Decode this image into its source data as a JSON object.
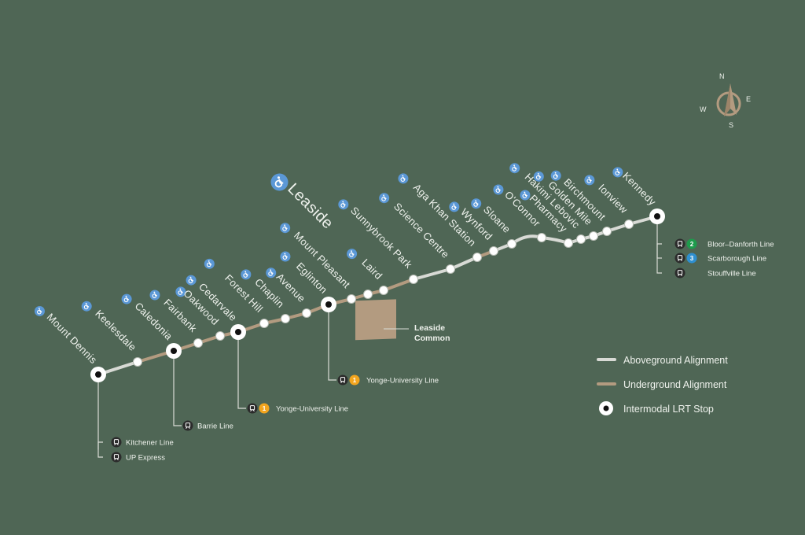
{
  "colors": {
    "background": "#4f6655",
    "aboveground": "#d8dad5",
    "underground": "#b39b80",
    "stop_fill": "#ffffff",
    "accessibility_icon": "#5b98d6",
    "line_1": "#f3a51e",
    "line_2": "#1e9b4c",
    "line_3": "#2e8fd0",
    "train_icon": "#2b2b2b",
    "connector": "#d9dcd6",
    "common_area": "#b39b80"
  },
  "stations": [
    {
      "name": "Mount Dennis",
      "type": "intermodal"
    },
    {
      "name": "Keelesdale",
      "type": "regular"
    },
    {
      "name": "Caledonia",
      "type": "intermodal"
    },
    {
      "name": "Fairbank",
      "type": "regular"
    },
    {
      "name": "Oakwood",
      "type": "regular"
    },
    {
      "name": "Cedarvale",
      "type": "intermodal"
    },
    {
      "name": "Forest Hill",
      "type": "regular"
    },
    {
      "name": "Chaplin",
      "type": "regular"
    },
    {
      "name": "Avenue",
      "type": "regular"
    },
    {
      "name": "Eglinton",
      "type": "intermodal"
    },
    {
      "name": "Mount Pleasant",
      "type": "regular"
    },
    {
      "name": "Leaside",
      "type": "regular",
      "highlighted": true
    },
    {
      "name": "Laird",
      "type": "regular"
    },
    {
      "name": "Sunnybrook Park",
      "type": "regular"
    },
    {
      "name": "Science Centre",
      "type": "regular"
    },
    {
      "name": "Aga Khan Station",
      "type": "regular"
    },
    {
      "name": "Wynford",
      "type": "regular"
    },
    {
      "name": "Sloane",
      "type": "regular"
    },
    {
      "name": "O'Connor",
      "type": "regular"
    },
    {
      "name": "Pharmacy",
      "type": "regular"
    },
    {
      "name": "Hakimi Lebovic",
      "type": "regular"
    },
    {
      "name": "Golden Mile",
      "type": "regular"
    },
    {
      "name": "Birchmount",
      "type": "regular"
    },
    {
      "name": "Ionview",
      "type": "regular"
    },
    {
      "name": "Kennedy",
      "type": "intermodal"
    }
  ],
  "connections": {
    "mount_dennis": [
      {
        "label": "Kitchener Line",
        "icon": "train-icon"
      },
      {
        "label": "UP Express",
        "icon": "train-icon"
      }
    ],
    "caledonia": [
      {
        "label": "Barrie Line",
        "icon": "train-icon"
      }
    ],
    "cedarvale": [
      {
        "label": "Yonge-University Line",
        "icon": "train-icon",
        "badge": "1"
      }
    ],
    "eglinton": [
      {
        "label": "Yonge-University Line",
        "icon": "train-icon",
        "badge": "1"
      }
    ],
    "kennedy": [
      {
        "label": "Bloor–Danforth Line",
        "icon": "train-icon",
        "badge": "2"
      },
      {
        "label": "Scarborough Line",
        "icon": "train-icon",
        "badge": "3"
      },
      {
        "label": "Stouffville Line",
        "icon": "train-icon"
      }
    ]
  },
  "leaside_common": {
    "line1": "Leaside",
    "line2": "Common"
  },
  "legend": [
    {
      "label": "Aboveground Alignment",
      "symbol": "aboveground-line"
    },
    {
      "label": "Underground Alignment",
      "symbol": "underground-line"
    },
    {
      "label": "Intermodal LRT Stop",
      "symbol": "intermodal-stop"
    }
  ],
  "compass": {
    "n": "N",
    "s": "S",
    "e": "E",
    "w": "W"
  }
}
